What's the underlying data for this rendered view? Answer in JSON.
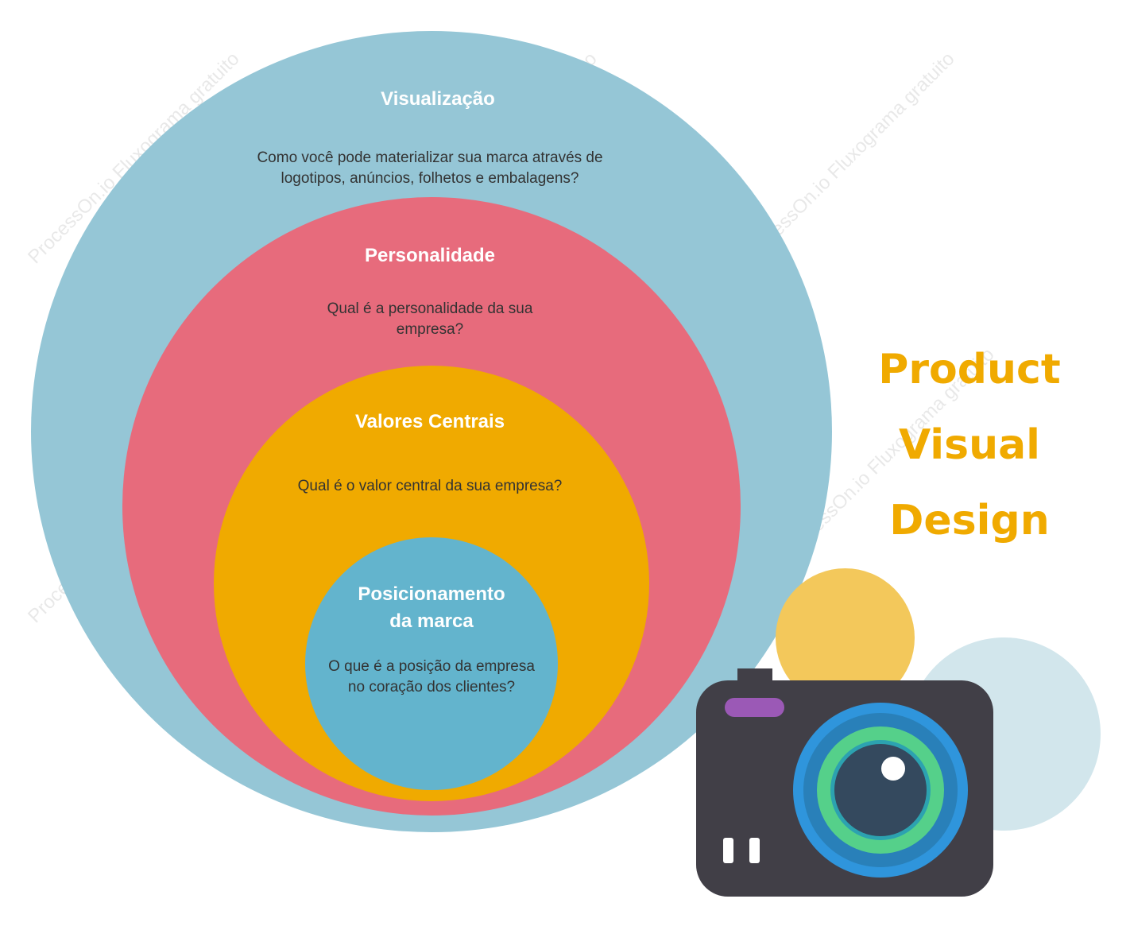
{
  "heading": {
    "line1": "Product",
    "line2": "Visual Design"
  },
  "layers": [
    {
      "title": "Visualização",
      "question_lines": [
        "Como você pode materializar sua marca através de",
        "logotipos, anúncios, folhetos e embalagens?"
      ],
      "color": "#95c6d6"
    },
    {
      "title": "Personalidade",
      "question_lines": [
        "Qual é a personalidade da sua",
        "empresa?"
      ],
      "color": "#e76b7c"
    },
    {
      "title": "Valores Centrais",
      "question_lines": [
        "Qual é o valor central da sua empresa?"
      ],
      "color": "#f0aa00"
    },
    {
      "title_lines": [
        "Posicionamento",
        "da marca"
      ],
      "question_lines": [
        "O que é a posição da empresa",
        "no coração dos clientes?"
      ],
      "color": "#63b4cd"
    }
  ],
  "watermark": "ProcessOn.io Fluxograma gratuito",
  "camera_icon": "camera-icon",
  "colors": {
    "accent": "#f0aa00",
    "title_text": "#ffffff",
    "body_text": "#333333"
  }
}
